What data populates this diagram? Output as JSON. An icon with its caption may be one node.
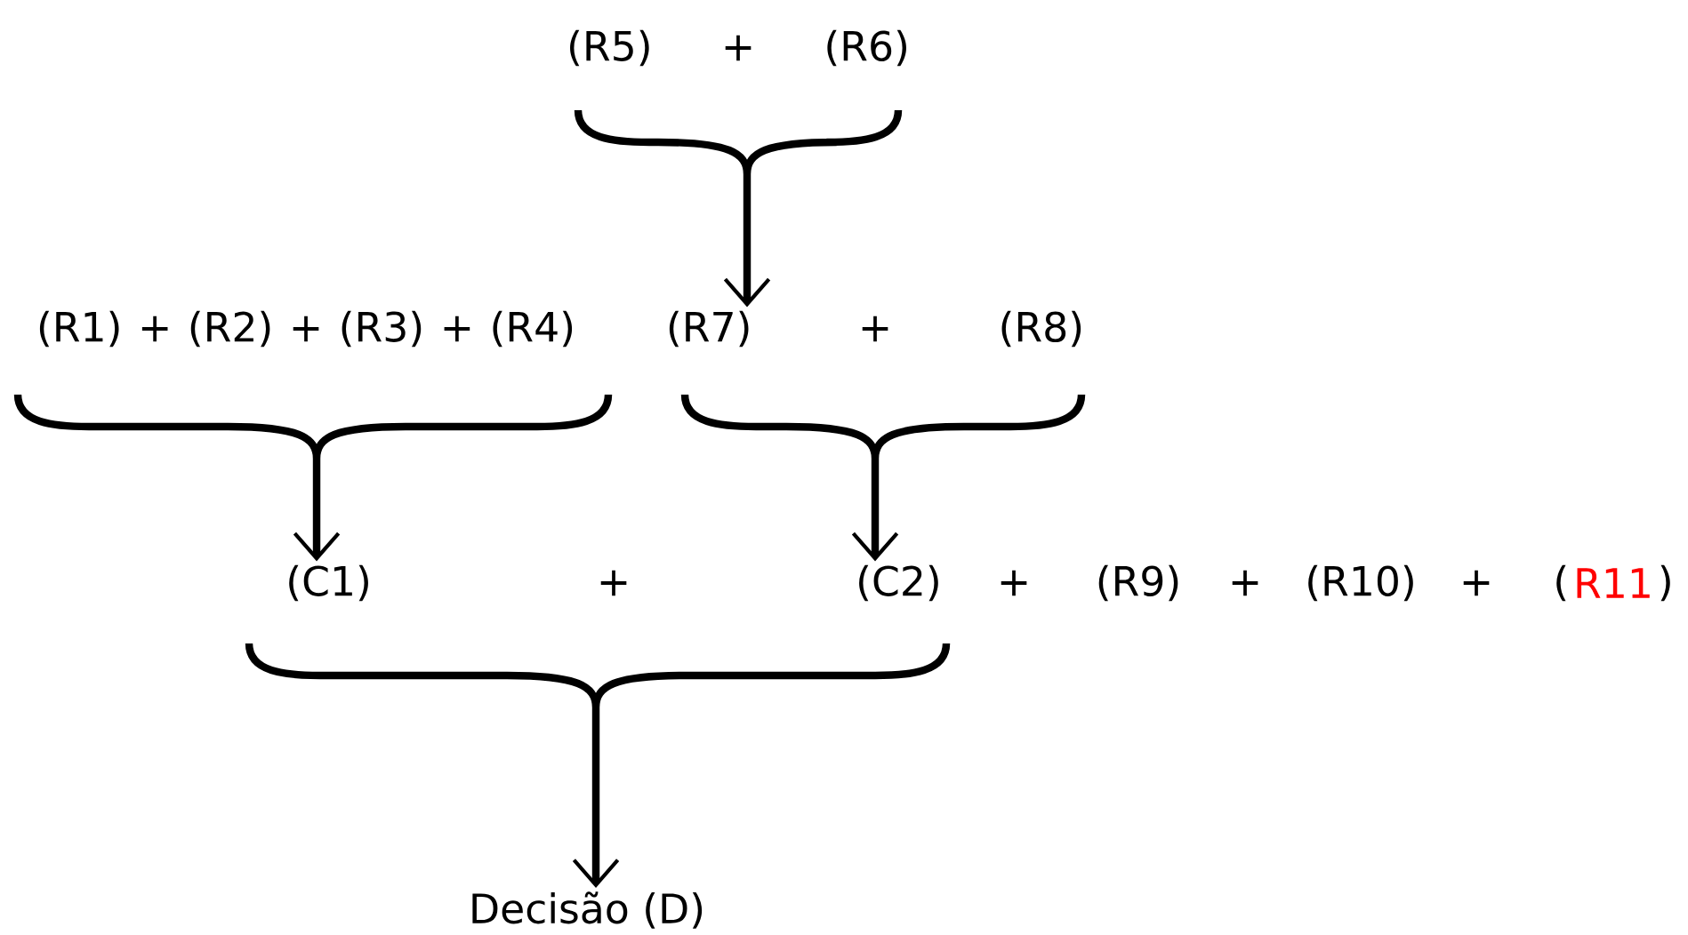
{
  "diagram": {
    "nodes": [
      {
        "text": [
          "(R5)",
          "+",
          "(R6)"
        ]
      },
      {
        "text": [
          "(R1)",
          "+",
          "(R2)",
          "+",
          "(R3)",
          "+",
          "(R4)"
        ]
      },
      {
        "text": [
          "(R7)",
          "+",
          "(R8)"
        ]
      },
      {
        "text": [
          "(C1)",
          "+",
          "(C2)"
        ]
      },
      {
        "text": [
          "Decisão (D)"
        ]
      }
    ],
    "edges": [
      {
        "from": 0,
        "to": 2,
        "arrow": "to"
      },
      {
        "from": 1,
        "to": 3,
        "arrow": "to"
      },
      {
        "from": 2,
        "to": 3,
        "arrow": "to"
      },
      {
        "from": 3,
        "to": 4,
        "arrow": "to"
      }
    ],
    "labels": [
      "+",
      "(R9)",
      "+",
      "(R10)",
      "+",
      "(",
      "R11",
      ")"
    ]
  }
}
